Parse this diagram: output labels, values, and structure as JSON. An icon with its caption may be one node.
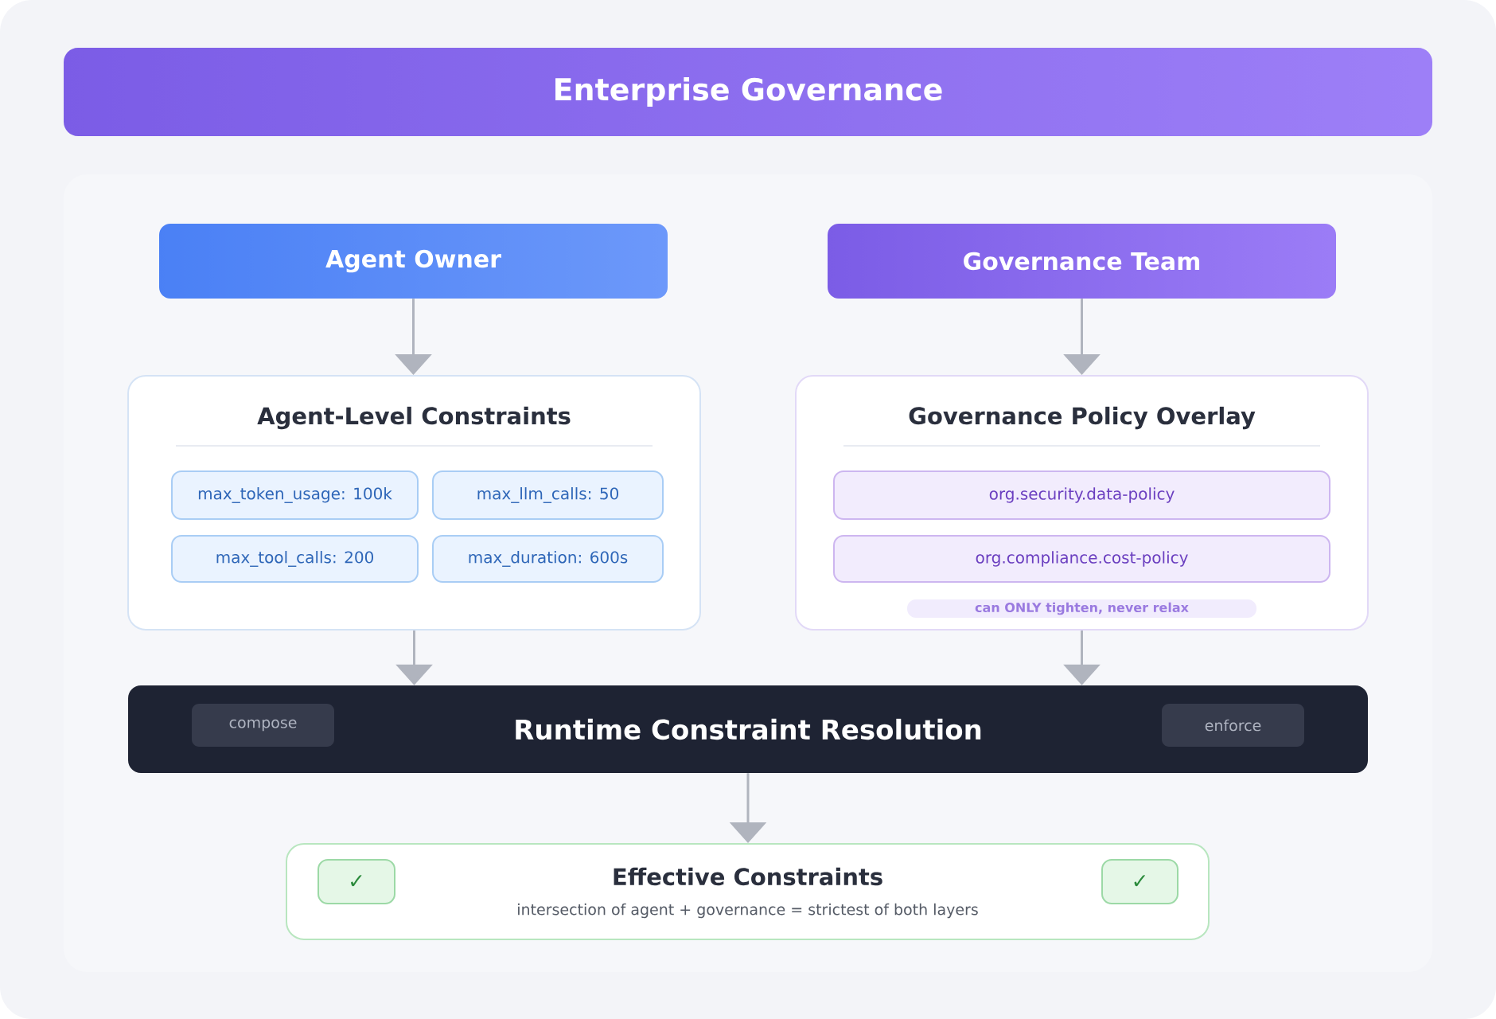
{
  "diagram": {
    "nodes": [
      {
        "text": [
          "Enterprise Governance"
        ]
      },
      {
        "text": [
          "Agent Owner"
        ]
      },
      {
        "text": [
          "Governance Team"
        ]
      },
      {
        "text": [
          "Agent-Level Constraints"
        ]
      },
      {
        "text": [
          "max_token_usage: 100k"
        ],
        "in": 3
      },
      {
        "text": [
          "max_llm_calls: 50"
        ],
        "in": 3
      },
      {
        "text": [
          "max_tool_calls: 200"
        ],
        "in": 3
      },
      {
        "text": [
          "max_duration: 600s"
        ],
        "in": 3
      },
      {
        "text": [
          "Governance Policy Overlay"
        ]
      },
      {
        "text": [
          "org.security.data-policy"
        ],
        "in": 8
      },
      {
        "text": [
          "org.compliance.cost-policy"
        ],
        "in": 8
      },
      {
        "text": [
          "can ONLY tighten, never relax"
        ],
        "in": 8
      },
      {
        "text": [
          "Runtime Constraint Resolution"
        ]
      },
      {
        "text": [
          "compose"
        ],
        "in": 12
      },
      {
        "text": [
          "enforce"
        ],
        "in": 12
      },
      {
        "text": [
          "Effective Constraints",
          "intersection of agent + governance = strictest of both layers"
        ]
      },
      {
        "text": [
          "✓"
        ],
        "in": 15
      },
      {
        "text": [
          "✓"
        ],
        "in": 15
      }
    ],
    "edges": [
      {
        "from": 1,
        "to": 3,
        "arrow": "to"
      },
      {
        "from": 2,
        "to": 8,
        "arrow": "to"
      },
      {
        "from": 3,
        "to": 12,
        "arrow": "to"
      },
      {
        "from": 8,
        "to": 12,
        "arrow": "to"
      },
      {
        "from": 12,
        "to": 15,
        "arrow": "to"
      }
    ]
  }
}
